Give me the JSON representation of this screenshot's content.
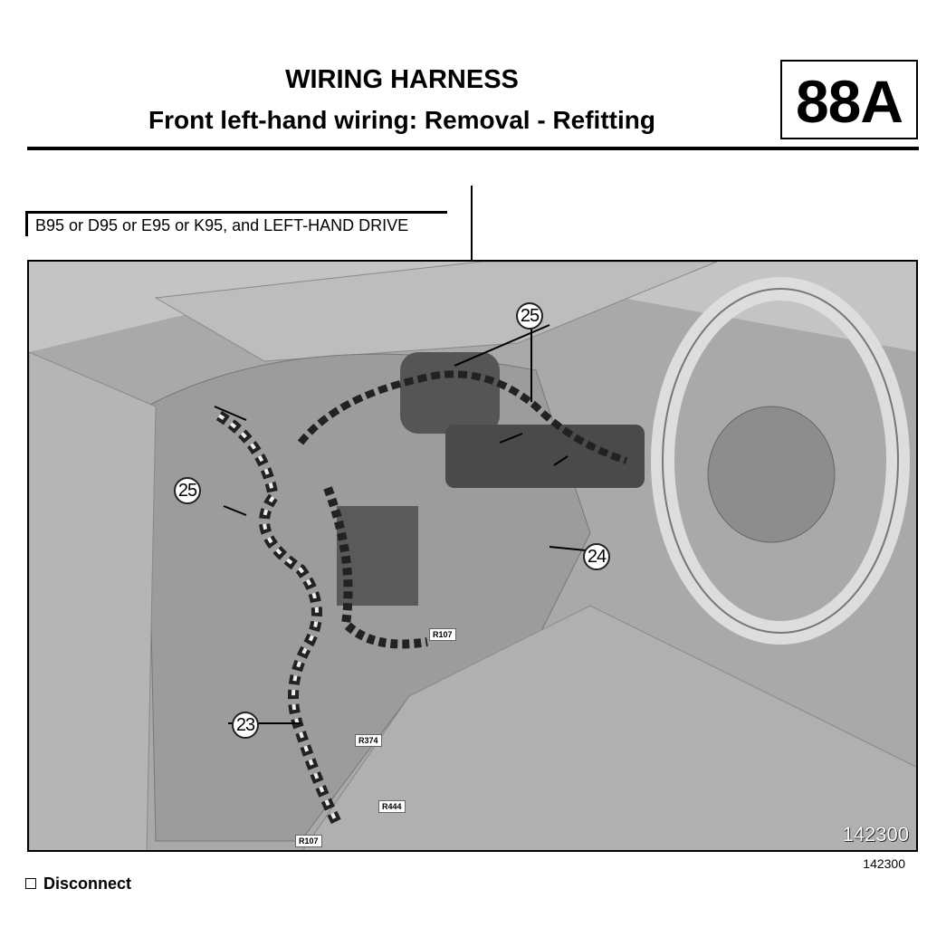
{
  "header": {
    "title": "WIRING HARNESS",
    "subtitle": "Front left-hand wiring: Removal - Refitting",
    "section_code": "88A"
  },
  "condition": "B95 or D95 or E95 or K95, and LEFT-HAND DRIVE",
  "figure": {
    "image_number": "142300",
    "callouts": [
      "25",
      "25",
      "24",
      "23"
    ],
    "connectors": [
      "R107",
      "R374",
      "R444",
      "R107"
    ]
  },
  "figure_reference": "142300",
  "step_text": "Disconnect"
}
